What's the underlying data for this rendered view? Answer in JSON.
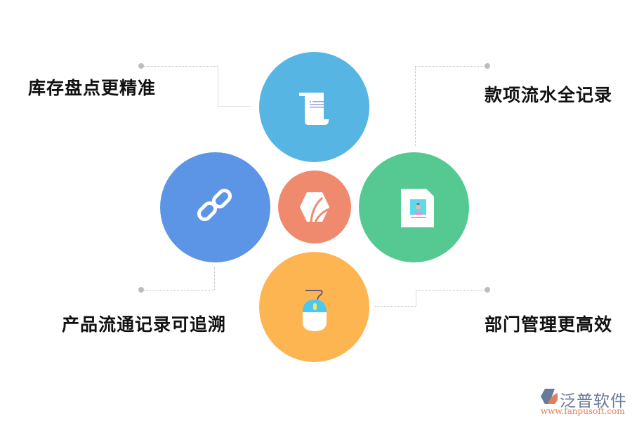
{
  "diagram": {
    "center": {
      "icon": "brand-hexagon-icon",
      "color": "#f08a6e"
    },
    "nodes": [
      {
        "id": "top",
        "label": "库存盘点更精准",
        "icon": "scroll-document-icon",
        "color": "#57b5e3"
      },
      {
        "id": "right",
        "label": "款项流水全记录",
        "icon": "id-card-document-icon",
        "color": "#56c993"
      },
      {
        "id": "left",
        "label": "产品流通记录可追溯",
        "icon": "chain-link-icon",
        "color": "#5c95e6"
      },
      {
        "id": "bottom",
        "label": "部门管理更高效",
        "icon": "mouse-icon",
        "color": "#fdb552"
      }
    ]
  },
  "watermark": {
    "brand": "泛普软件",
    "url": "www.fanpusoft.com"
  }
}
